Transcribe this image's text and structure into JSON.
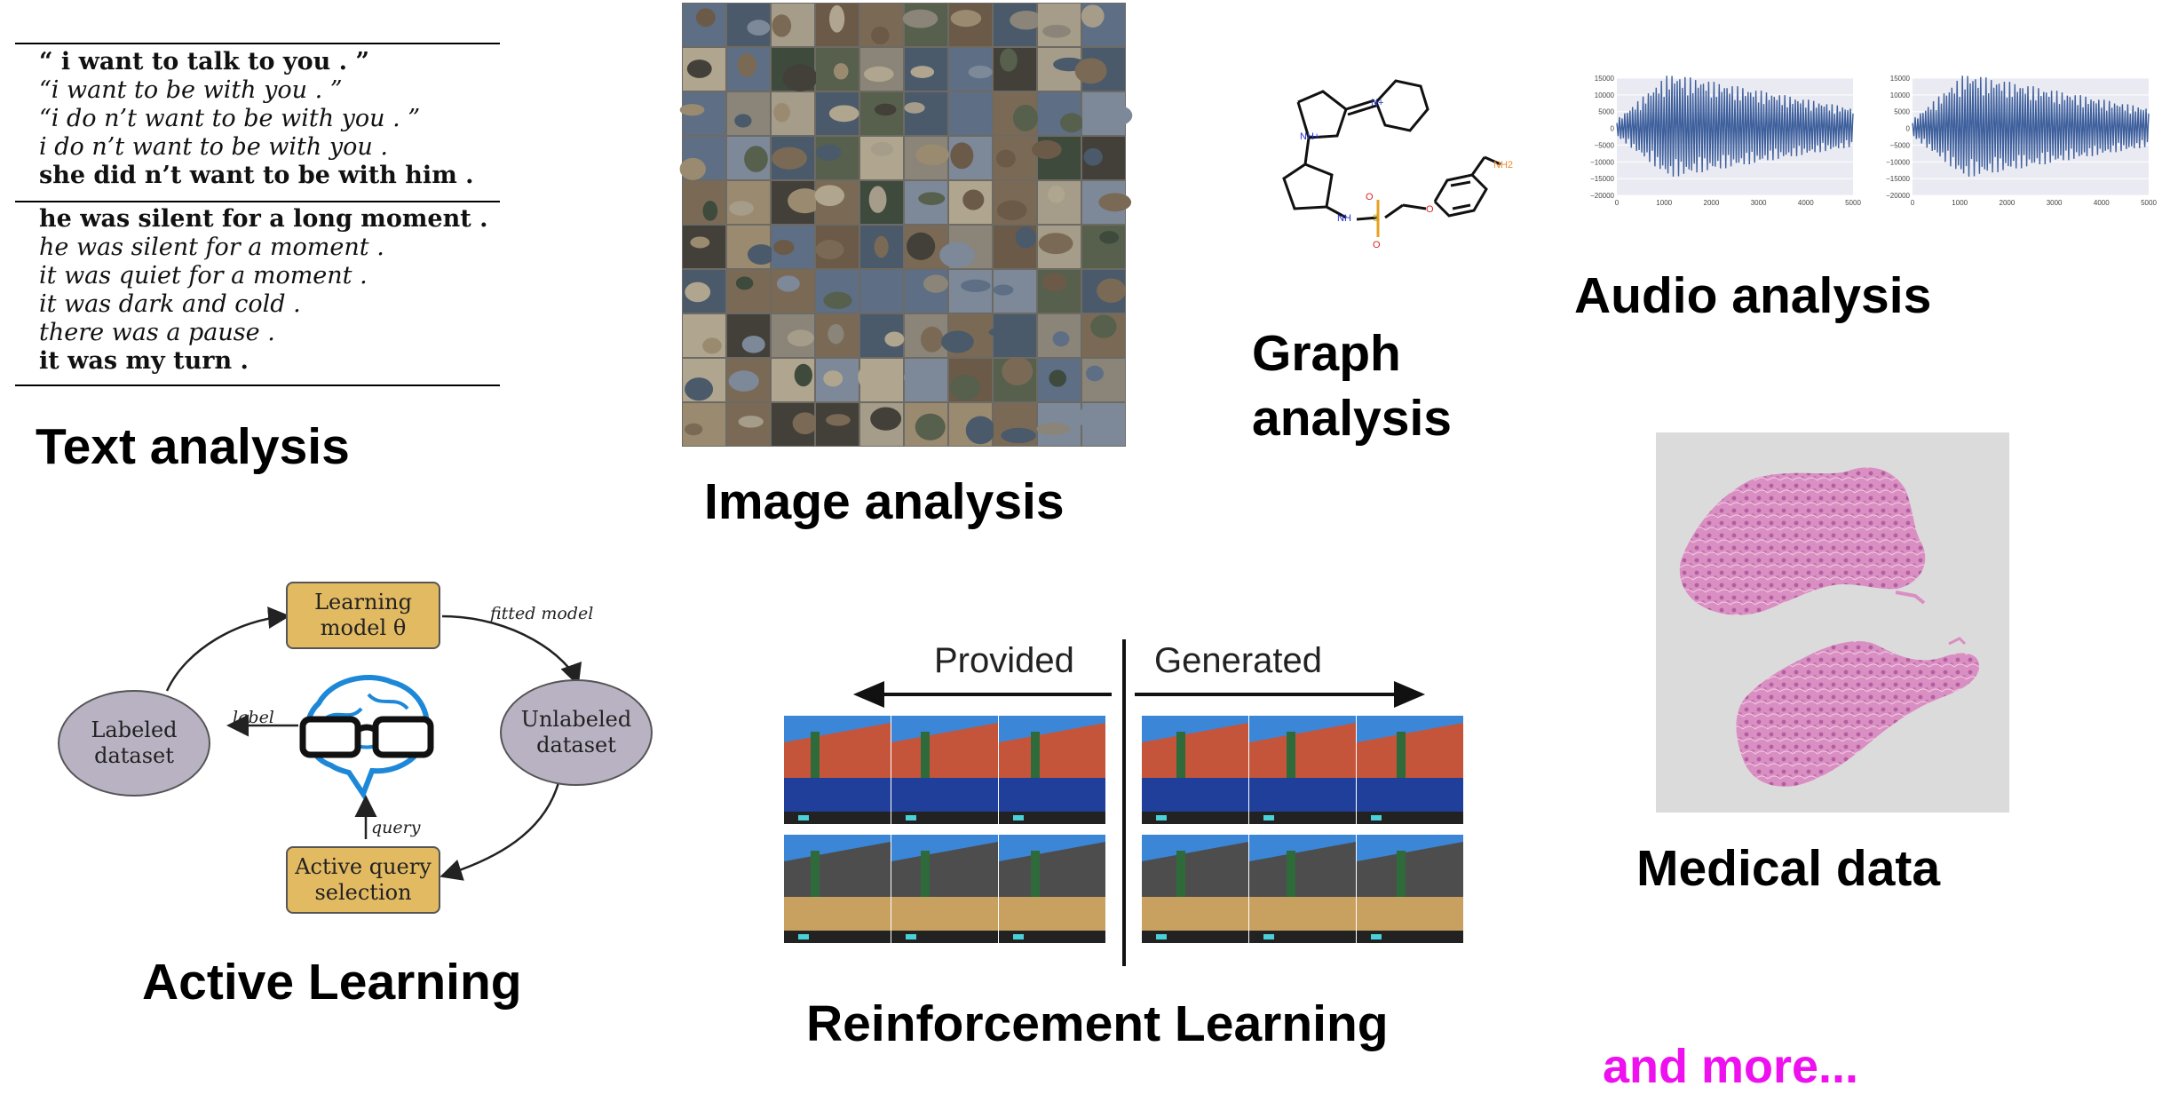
{
  "text_section": {
    "heading": "Text analysis",
    "group1": [
      {
        "text": "“ i want to talk to you . ”",
        "style": "b"
      },
      {
        "text": "“i want to be with you . ”",
        "style": "i"
      },
      {
        "text": "“i do n’t want to be with you . ”",
        "style": "i"
      },
      {
        "text": "i do n’t want to be with you .",
        "style": "i"
      },
      {
        "text": "she did n’t want to be with him .",
        "style": "b"
      }
    ],
    "group2": [
      {
        "text": "he was silent for a long moment .",
        "style": "b"
      },
      {
        "text": "he was silent for a moment .",
        "style": "i"
      },
      {
        "text": "it was quiet for a moment .",
        "style": "i"
      },
      {
        "text": "it was dark and cold .",
        "style": "i"
      },
      {
        "text": "there was a pause .",
        "style": "i"
      },
      {
        "text": "it was my turn .",
        "style": "b"
      }
    ]
  },
  "image_section": {
    "heading": "Image analysis"
  },
  "graph_section": {
    "heading_line1": "Graph",
    "heading_line2": "analysis",
    "atom_label": "NH2"
  },
  "audio_section": {
    "heading": "Audio analysis",
    "y_ticks": [
      "15000",
      "10000",
      "5000",
      "0",
      "−5000",
      "−10000",
      "−15000",
      "−20000"
    ],
    "x_ticks": [
      "0",
      "1000",
      "2000",
      "3000",
      "4000",
      "5000"
    ]
  },
  "medical_section": {
    "heading": "Medical data"
  },
  "active_learning": {
    "heading": "Active Learning",
    "learning_model_line1": "Learning",
    "learning_model_line2": "model θ",
    "labeled_line1": "Labeled",
    "labeled_line2": "dataset",
    "unlabeled_line1": "Unlabeled",
    "unlabeled_line2": "dataset",
    "query_line1": "Active query",
    "query_line2": "selection",
    "label_fitted": "fitted model",
    "label_label": "label",
    "label_query": "query"
  },
  "rl_section": {
    "heading": "Reinforcement Learning",
    "provided": "Provided",
    "generated": "Generated"
  },
  "more": {
    "text": "and more...",
    "color": "#ee10ee"
  }
}
